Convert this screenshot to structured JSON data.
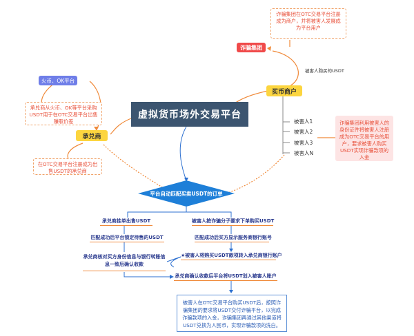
{
  "title": "虚拟货币场外交易平台",
  "nodes": {
    "fraud_group": "诈骗集团",
    "coin_buyer": "买币商户",
    "acceptor": "承兑商",
    "platforms": "火币、OK平台"
  },
  "notes": {
    "fraud_register": "诈骗集团在OTC交易平台注册成为商户，并将被害人发展成为平台用户",
    "acceptor_buy": "承兑商从火币、OK等平台采购USDT用于在OTC交易平台出售赚取价差",
    "acceptor_register": "在OTC交易平台注册成为出售USDT的承兑商",
    "fraud_identity": "诈骗集团利用被害人的身份证件将被害人注册成为OTC交易平台的用户，要求被害人购买USDT实现诈骗款项的入金"
  },
  "edge_label_victim_buy": "被害人购买的USDT",
  "victims": [
    "被害人1",
    "被害人2",
    "被害人3",
    "被害人N"
  ],
  "match_order": "平台自动匹配买卖USDT的订单",
  "left_flow": [
    "承兑商挂单出售USDT",
    "匹配成功后平台锁定待售的USDT",
    "承兑商核对买方身份信息与银行转账信息一致后确认收款"
  ],
  "right_flow": [
    "被害人按诈骗分子要求下单购买USDT",
    "匹配成功后买方显示服务商银行账号",
    "★被害人将购买USDT款项转入承兑商银行账户"
  ],
  "final_step": "承兑商确认收款后平台将USDT划入被害人账户",
  "summary": "被害人在OTC交易平台购买USDT后，按照诈骗集团的要求将USDT交付诈骗平台，以完成诈骗款项的入金，诈骗集团再通过其他渠道将USDT兑换为人民币，实现诈骗款项的洗白。",
  "colors": {
    "title_bg": "#3c5570",
    "accent_yellow": "#fcd53f",
    "fraud_red": "#f04a4a",
    "platform_blue": "#6f7ee8",
    "diamond_blue": "#1e7fd8",
    "note_orange": "#e8503a",
    "flow_text": "#2b3b8f"
  }
}
